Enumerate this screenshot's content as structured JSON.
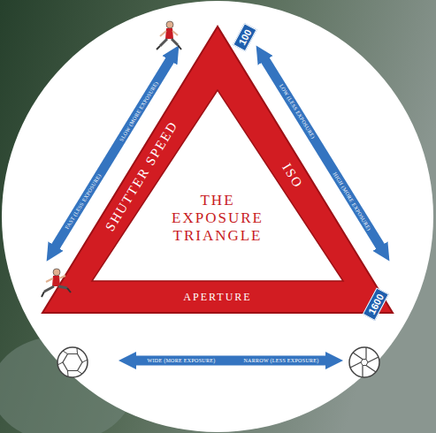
{
  "diagram": {
    "title": "THE EXPOSURE TRIANGLE",
    "nodes": [
      {
        "text": [
          "SHUTTER SPEED"
        ]
      },
      {
        "text": [
          "ISO"
        ]
      },
      {
        "text": [
          "APERTURE"
        ]
      }
    ],
    "labels": [
      "SLOW (MORE EXPOSURE)",
      "FAST (LESS EXPOSURE)",
      "LOW (LESS EXPOSURE)",
      "HIGH (MORE EXPOSURE)",
      "WIDE (MORE EXPOSURE)",
      "NARROW (LESS EXPOSURE)",
      "100",
      "1600"
    ]
  }
}
